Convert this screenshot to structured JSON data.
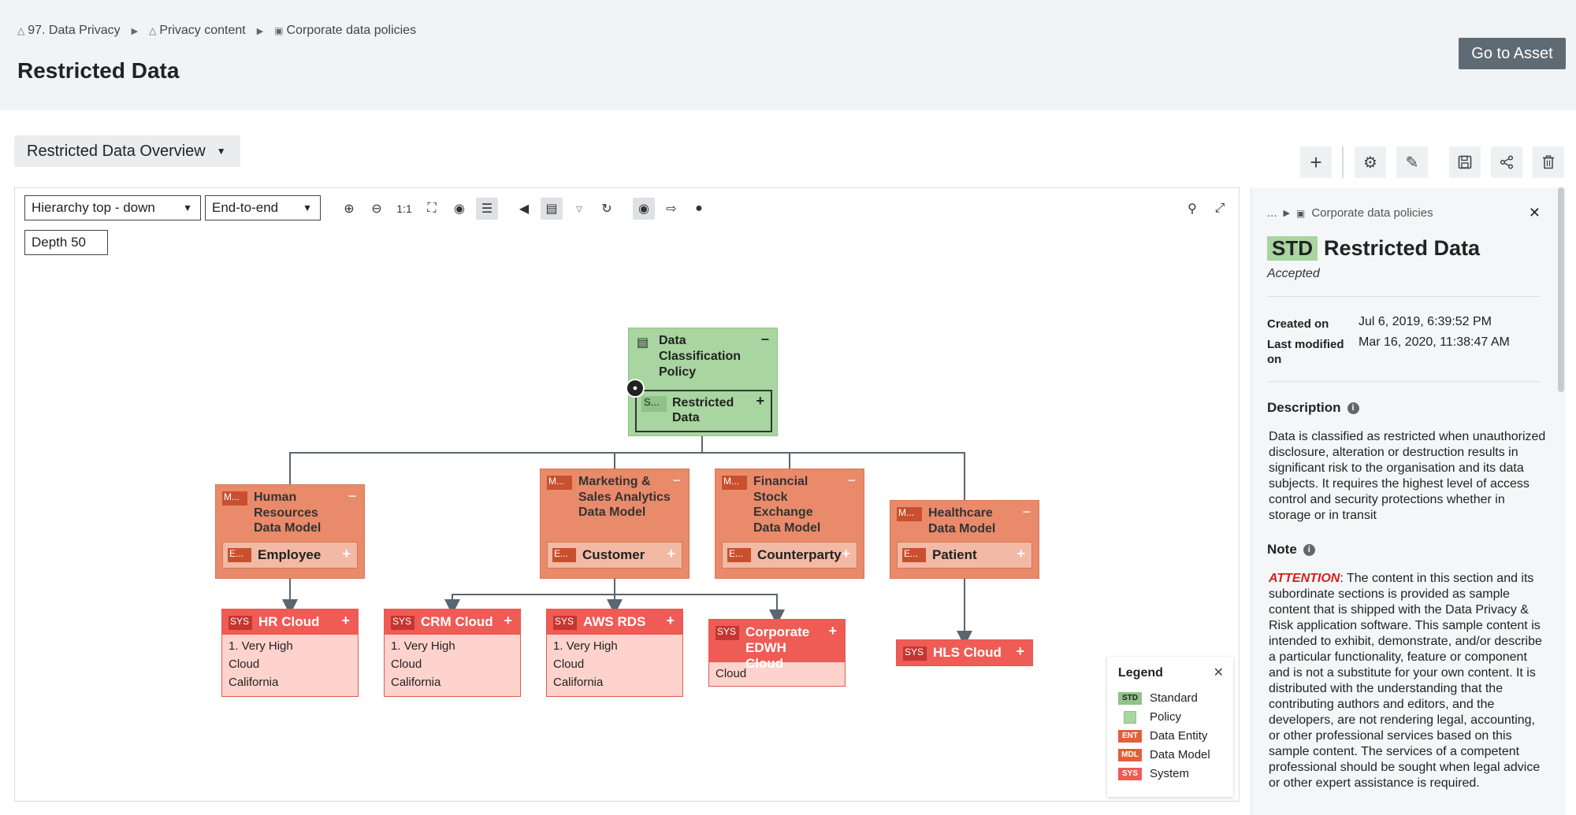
{
  "breadcrumb": [
    {
      "icon": "community-icon",
      "label": "97. Data Privacy"
    },
    {
      "icon": "community-icon",
      "label": "Privacy content"
    },
    {
      "icon": "domain-icon",
      "label": "Corporate data policies"
    }
  ],
  "page_title": "Restricted Data",
  "go_to_asset": "Go to Asset",
  "view_selector": "Restricted Data Overview",
  "actions": [
    "plus-icon",
    "gear-icon",
    "pencil-icon",
    "save-icon",
    "share-icon",
    "trash-icon"
  ],
  "toolbar": {
    "layout": "Hierarchy top - down",
    "scope": "End-to-end",
    "depth": "Depth 50",
    "zoom_reset": "1:1"
  },
  "graph": {
    "policy": {
      "title": "Data Classification Policy",
      "standard_tag": "S...",
      "standard_label": "Restricted Data"
    },
    "models": [
      {
        "tag": "M...",
        "title": "Human Resources Data Model",
        "entity_tag": "E...",
        "entity": "Employee"
      },
      {
        "tag": "M...",
        "title": "Marketing & Sales Analytics Data Model",
        "entity_tag": "E...",
        "entity": "Customer"
      },
      {
        "tag": "M...",
        "title": "Financial Stock Exchange Data Model",
        "entity_tag": "E...",
        "entity": "Counterparty"
      },
      {
        "tag": "M...",
        "title": "Healthcare Data Model",
        "entity_tag": "E...",
        "entity": "Patient"
      }
    ],
    "systems": [
      {
        "tag": "SYS",
        "label": "HR Cloud",
        "props": [
          "1. Very High",
          "Cloud",
          "California"
        ]
      },
      {
        "tag": "SYS",
        "label": "CRM Cloud",
        "props": [
          "1. Very High",
          "Cloud",
          "California"
        ]
      },
      {
        "tag": "SYS",
        "label": "AWS RDS",
        "props": [
          "1. Very High",
          "Cloud",
          "California"
        ]
      },
      {
        "tag": "SYS",
        "label": "Corporate EDWH Cloud",
        "props": [
          "Cloud"
        ]
      },
      {
        "tag": "SYS",
        "label": "HLS Cloud",
        "props": []
      }
    ]
  },
  "legend": {
    "title": "Legend",
    "items": [
      {
        "tag": "STD",
        "label": "Standard",
        "color": "#8fc387"
      },
      {
        "tag": "",
        "label": "Policy",
        "color": "#a8d5a0"
      },
      {
        "tag": "ENT",
        "label": "Data Entity",
        "color": "#e0603a"
      },
      {
        "tag": "MDL",
        "label": "Data Model",
        "color": "#e0603a"
      },
      {
        "tag": "SYS",
        "label": "System",
        "color": "#ef5b55"
      }
    ]
  },
  "panel": {
    "crumb_more": "...",
    "crumb_label": "Corporate data policies",
    "type_tag": "STD",
    "title": "Restricted Data",
    "status": "Accepted",
    "created_label": "Created on",
    "created_value": "Jul 6, 2019, 6:39:52 PM",
    "modified_label_1": "Last modified",
    "modified_label_2": "on",
    "modified_value": "Mar 16, 2020, 11:38:47 AM",
    "description_heading": "Description",
    "description": "Data is classified as restricted when unauthorized disclosure, alteration or destruction results in significant risk to the organisation and its data subjects. It requires the highest level of access control and security protections whether  in storage or in transit",
    "note_heading": "Note",
    "note_attention": "ATTENTION",
    "note_text": ": The content in this section and its subordinate sections is provided as sample content that is shipped with the Data Privacy & Risk application software. This sample content is intended to exhibit, demonstrate, and/or describe a particular functionality, feature or component and is not a substitute for your own content. It is distributed with the understanding that the contributing authors and editors, and the developers, are not rendering legal, accounting, or other professional services based on this sample content. The services of a competent professional should be sought when legal advice or other expert assistance is required."
  }
}
